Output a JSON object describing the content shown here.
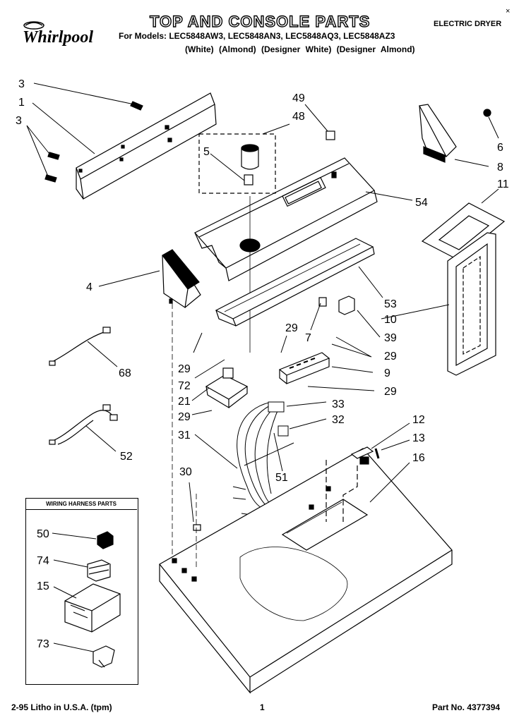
{
  "header": {
    "brand": "Whirlpool",
    "title": "TOP AND CONSOLE PARTS",
    "models": "For Models: LEC5848AW3, LEC5848AN3, LEC5848AQ3, LEC5848AZ3",
    "variants": "(White)  (Almond)  (Designer White)  (Designer Almond)",
    "product_type": "ELECTRIC DRYER",
    "close_mark": "×"
  },
  "harness_box": {
    "title": "WIRING HARNESS PARTS"
  },
  "callouts": [
    "3",
    "1",
    "3",
    "49",
    "48",
    "5",
    "6",
    "8",
    "11",
    "54",
    "4",
    "53",
    "10",
    "39",
    "7",
    "29",
    "29",
    "68",
    "29",
    "72",
    "9",
    "21",
    "29",
    "33",
    "29",
    "32",
    "31",
    "12",
    "13",
    "52",
    "16",
    "51",
    "30",
    "50",
    "74",
    "15",
    "73"
  ],
  "footer": {
    "left": "2-95 Litho in U.S.A. (tpm)",
    "page": "1",
    "part_no": "Part No. 4377394"
  },
  "colors": {
    "ink": "#000000",
    "paper": "#ffffff"
  }
}
